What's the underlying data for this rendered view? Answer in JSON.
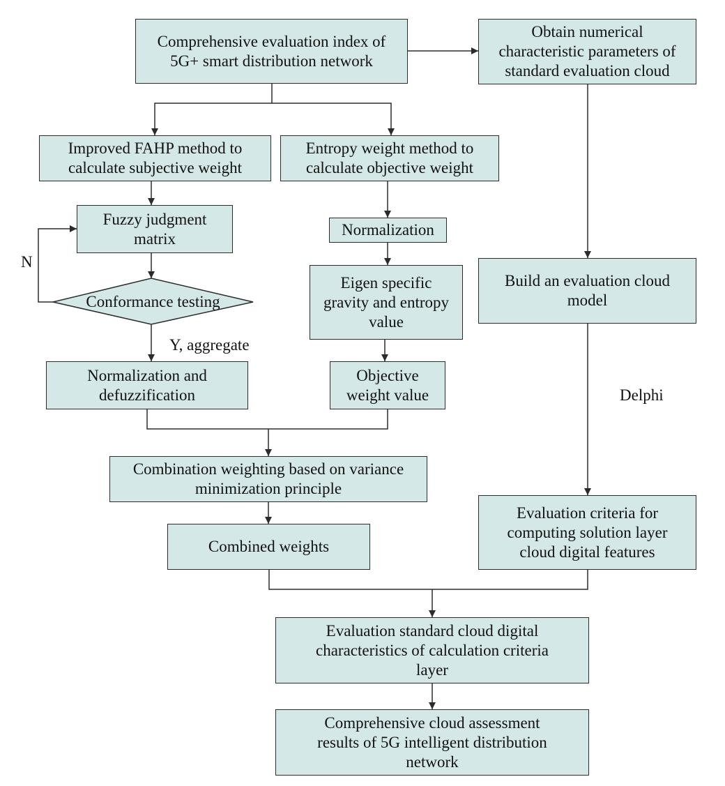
{
  "colors": {
    "box_fill": "#d5e8e8",
    "stroke": "#2b2b2b"
  },
  "nodes": {
    "comprehensive_index": {
      "line1": "Comprehensive evaluation index of",
      "line2": "5G+ smart distribution network"
    },
    "numerical_params": {
      "line1": "Obtain numerical",
      "line2": "characteristic parameters of",
      "line3": "standard evaluation cloud"
    },
    "fahp": {
      "line1": "Improved FAHP method to",
      "line2": "calculate subjective weight"
    },
    "entropy": {
      "line1": "Entropy weight method to",
      "line2": "calculate objective weight"
    },
    "fuzzy_matrix": {
      "line1": "Fuzzy judgment",
      "line2": "matrix"
    },
    "normalization_right": {
      "line1": "Normalization"
    },
    "conformance": {
      "line1": "Conformance testing"
    },
    "eigen": {
      "line1": "Eigen specific",
      "line2": "gravity and entropy",
      "line3": "value"
    },
    "build_cloud": {
      "line1": "Build an evaluation cloud",
      "line2": "model"
    },
    "norm_defuzz": {
      "line1": "Normalization and",
      "line2": "defuzzification"
    },
    "objective_value": {
      "line1": "Objective",
      "line2": "weight value"
    },
    "combination": {
      "line1": "Combination weighting based on variance",
      "line2": "minimization principle"
    },
    "combined": {
      "line1": "Combined weights"
    },
    "criteria": {
      "line1": "Evaluation criteria for",
      "line2": "computing solution layer",
      "line3": "cloud digital features"
    },
    "standard_cloud": {
      "line1": "Evaluation standard cloud digital",
      "line2": "characteristics of calculation criteria",
      "line3": "layer"
    },
    "final": {
      "line1": "Comprehensive cloud assessment",
      "line2": "results of 5G intelligent distribution",
      "line3": "network"
    }
  },
  "edge_labels": {
    "no": "N",
    "yes": "Y, aggregate",
    "delphi": "Delphi"
  }
}
